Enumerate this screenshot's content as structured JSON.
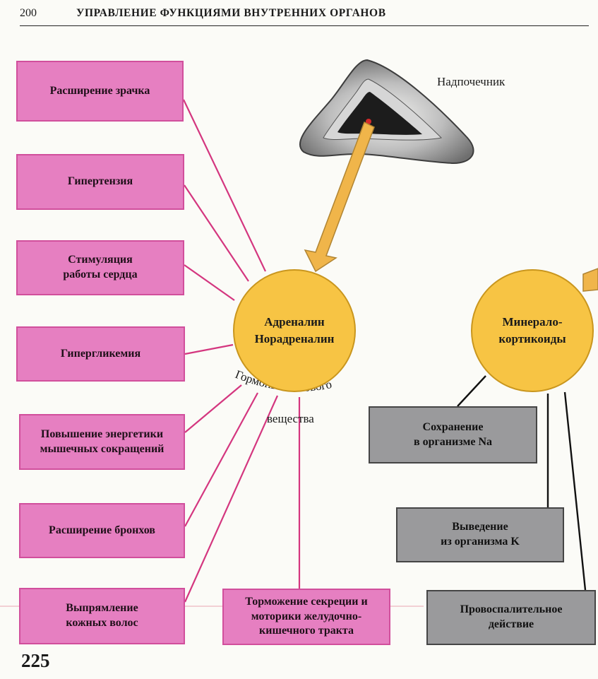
{
  "header": {
    "page_number": "200",
    "title": "УПРАВЛЕНИЕ ФУНКЦИЯМИ ВНУТРЕННИХ ОРГАНОВ"
  },
  "gland_label": "Надпочечник",
  "medulla_hormones": {
    "label": "Адреналин\nНорадреналин",
    "caption": "Гормоны мозгового вещества",
    "effects": [
      "Расширение зрачка",
      "Гипертензия",
      "Стимуляция\nработы сердца",
      "Гипергликемия",
      "Повышение энергетики\nмышечных сокращений",
      "Расширение бронхов",
      "Выпрямление\nкожных волос",
      "Торможение секреции и\nмоторики желудочно-\nкишечного тракта"
    ]
  },
  "cortex_hormones": {
    "label": "Минерало-\nкортикоиды",
    "effects": [
      "Сохранение\nв организме  Na",
      "Выведение\nиз организма K",
      "Провоспалительное\nдействие"
    ]
  },
  "bottom_number": "225",
  "colors": {
    "effect_box": "#e67fc1",
    "effect_box_border": "#d14f9c",
    "hormone_circle": "#f7c444",
    "gray_box": "#9a9a9c",
    "connector_pink": "#d4367f",
    "arrow": "#f0b54a"
  }
}
